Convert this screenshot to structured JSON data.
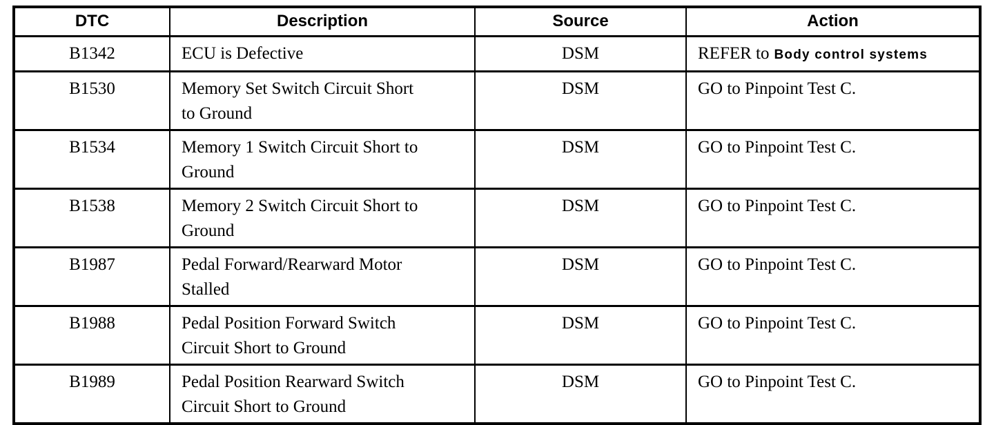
{
  "colors": {
    "border": "#000000",
    "text": "#000000",
    "background": "#ffffff"
  },
  "table": {
    "headers": [
      "DTC",
      "Description",
      "Source",
      "Action"
    ],
    "rows": [
      {
        "dtc": "B1342",
        "description": "ECU is Defective",
        "source": "DSM",
        "action_prefix": "REFER to",
        "action_link": "Body control systems"
      },
      {
        "dtc": "B1530",
        "description": "Memory Set Switch Circuit Short\nto Ground",
        "source": "DSM",
        "action": "GO to Pinpoint Test C."
      },
      {
        "dtc": "B1534",
        "description": "Memory 1 Switch Circuit Short to\nGround",
        "source": "DSM",
        "action": "GO to Pinpoint Test C."
      },
      {
        "dtc": "B1538",
        "description": "Memory 2 Switch Circuit Short to\nGround",
        "source": "DSM",
        "action": "GO to Pinpoint Test C."
      },
      {
        "dtc": "B1987",
        "description": "Pedal Forward/Rearward Motor\nStalled",
        "source": "DSM",
        "action": "GO to Pinpoint Test C."
      },
      {
        "dtc": "B1988",
        "description": "Pedal Position Forward Switch\nCircuit Short to Ground",
        "source": "DSM",
        "action": "GO to Pinpoint Test C."
      },
      {
        "dtc": "B1989",
        "description": "Pedal Position Rearward Switch\nCircuit Short to Ground",
        "source": "DSM",
        "action": "GO to Pinpoint Test C."
      }
    ]
  }
}
